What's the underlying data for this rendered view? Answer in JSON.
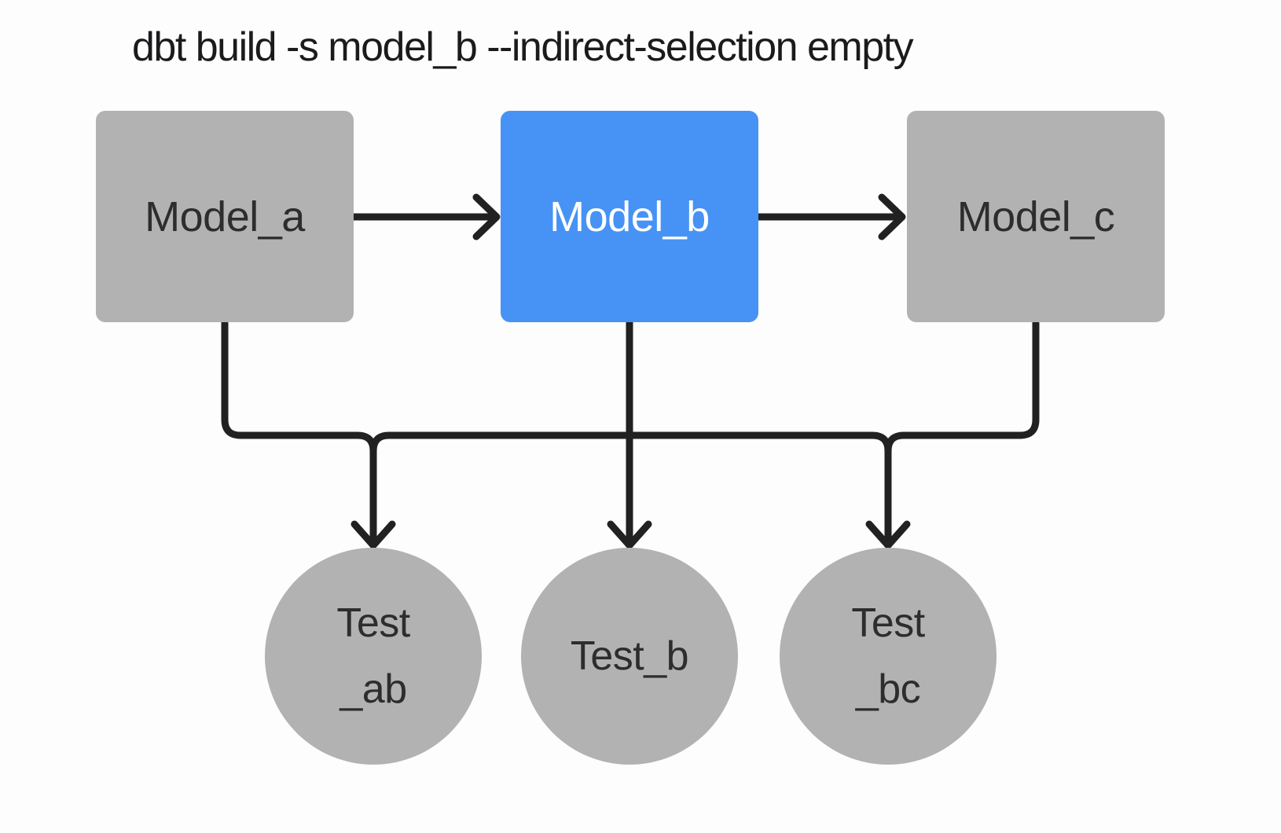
{
  "title": "dbt build -s model_b --indirect-selection empty",
  "colors": {
    "background": "#fdfdfd",
    "node_gray": "#b2b2b2",
    "selected_blue": "#4793f5",
    "edge": "#212121",
    "text_dark": "#2d2d2d",
    "text_light": "#ffffff",
    "title_text": "#1b1b1d"
  },
  "nodes": {
    "model_a": {
      "label": "Model_a",
      "kind": "model",
      "highlighted": false
    },
    "model_b": {
      "label": "Model_b",
      "kind": "model",
      "highlighted": true
    },
    "model_c": {
      "label": "Model_c",
      "kind": "model",
      "highlighted": false
    },
    "test_ab": {
      "lines": [
        "Test",
        "_ab"
      ],
      "kind": "test",
      "highlighted": false
    },
    "test_b": {
      "lines": [
        "Test_b"
      ],
      "kind": "test",
      "highlighted": false
    },
    "test_bc": {
      "lines": [
        "Test",
        "_bc"
      ],
      "kind": "test",
      "highlighted": false
    }
  },
  "edges": [
    {
      "from": "model_a",
      "to": "model_b"
    },
    {
      "from": "model_b",
      "to": "model_c"
    },
    {
      "from": "model_a",
      "to": "test_ab"
    },
    {
      "from": "model_b",
      "to": "test_ab"
    },
    {
      "from": "model_b",
      "to": "test_b"
    },
    {
      "from": "model_b",
      "to": "test_bc"
    },
    {
      "from": "model_c",
      "to": "test_bc"
    }
  ]
}
